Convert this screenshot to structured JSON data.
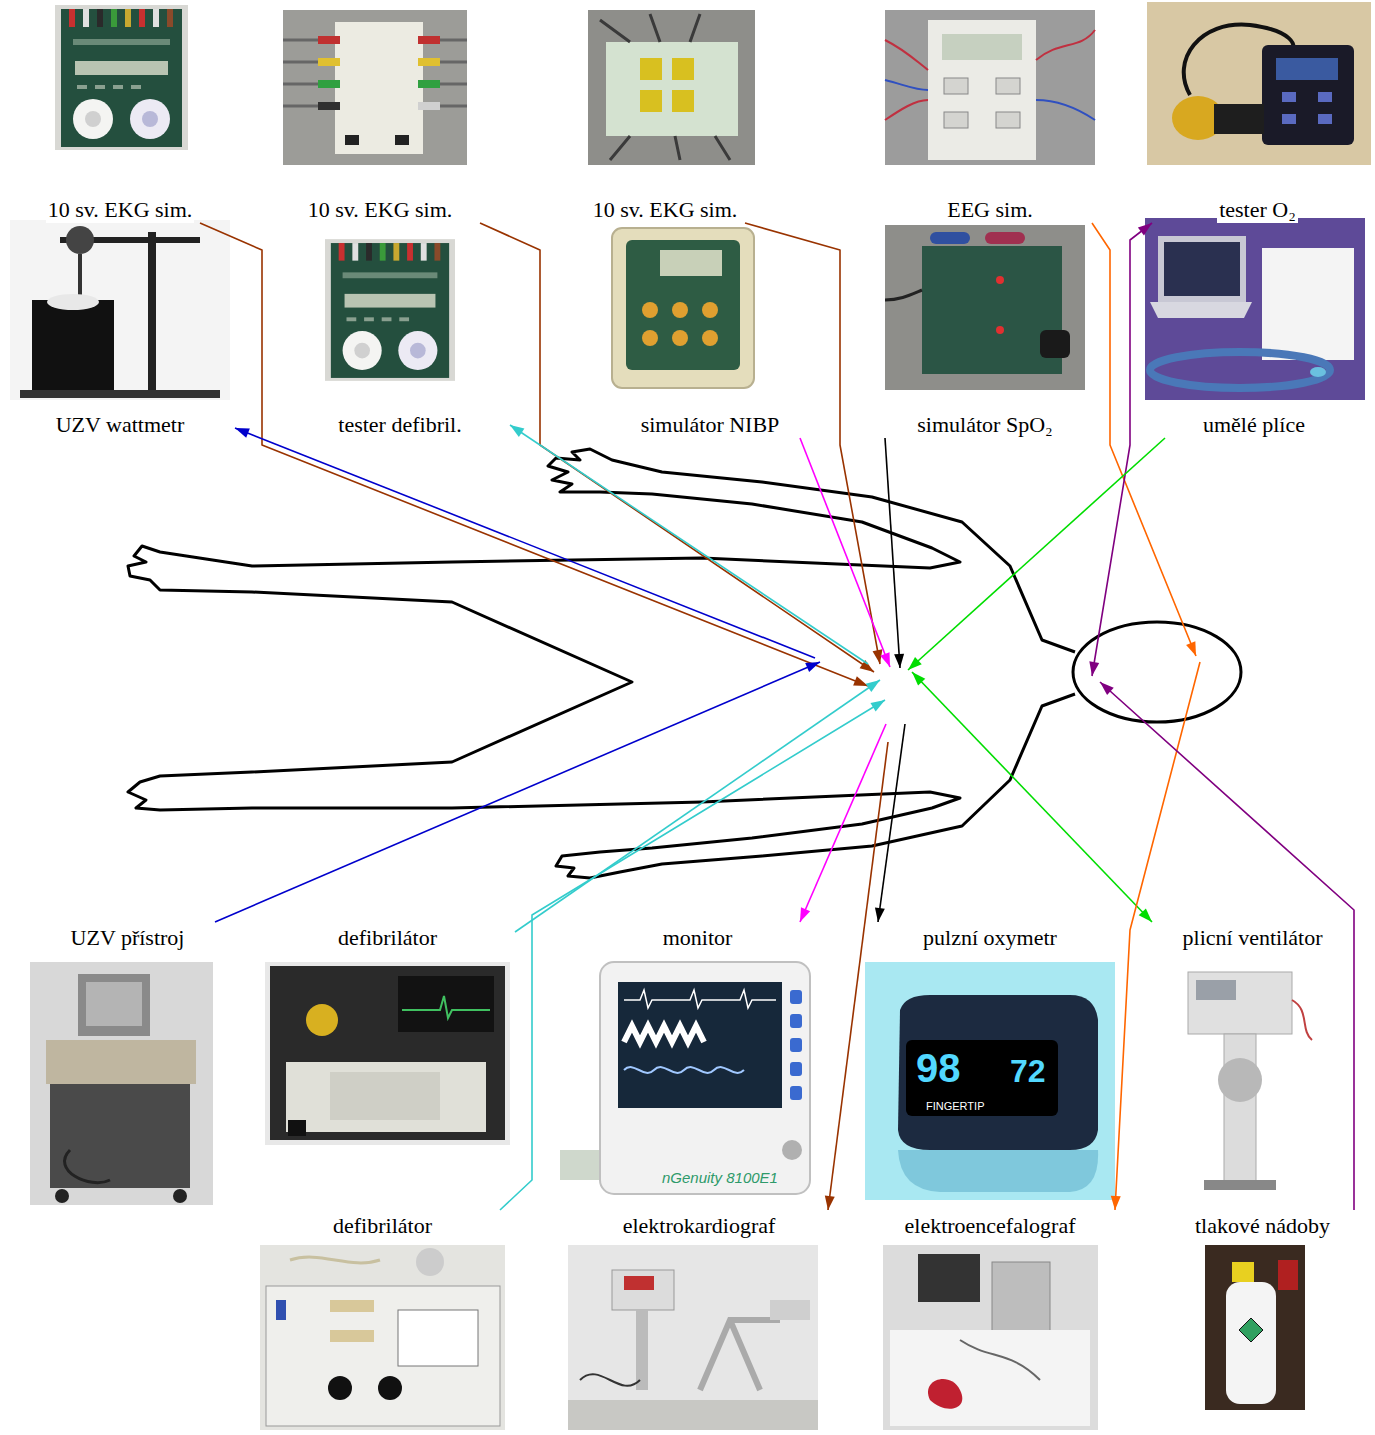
{
  "diagram": {
    "nodes": [
      {
        "text": [
          "10 sv. EKG sim."
        ]
      },
      {
        "text": [
          "10 sv. EKG sim."
        ]
      },
      {
        "text": [
          "10 sv. EKG sim."
        ]
      },
      {
        "text": [
          "EEG sim."
        ]
      },
      {
        "text": [
          "tester O₂"
        ]
      },
      {
        "text": [
          "UZV wattmetr"
        ]
      },
      {
        "text": [
          "tester defibril."
        ]
      },
      {
        "text": [
          "simulátor NIBP"
        ]
      },
      {
        "text": [
          "simulátor SpO₂"
        ]
      },
      {
        "text": [
          "umělé plíce"
        ]
      },
      {
        "text": []
      },
      {
        "text": [
          "UZV přístroj"
        ]
      },
      {
        "text": [
          "defibrilátor"
        ]
      },
      {
        "text": [
          "monitor"
        ]
      },
      {
        "text": [
          "pulzní oxymetr"
        ]
      },
      {
        "text": [
          "plicní ventilátor"
        ]
      },
      {
        "text": [
          "defibrilátor"
        ]
      },
      {
        "text": [
          "elektrokardiograf"
        ]
      },
      {
        "text": [
          "elektroencefalograf"
        ]
      },
      {
        "text": [
          "tlakové nádoby"
        ]
      }
    ],
    "edges": [
      {
        "from": 0,
        "to": 10,
        "arrow": "to"
      },
      {
        "from": 1,
        "to": 10,
        "arrow": "to"
      },
      {
        "from": 2,
        "to": 10,
        "arrow": "to"
      },
      {
        "from": 3,
        "to": 10,
        "arrow": "to"
      },
      {
        "from": 4,
        "to": 10,
        "arrow": "both"
      },
      {
        "from": 10,
        "to": 5,
        "arrow": "to"
      },
      {
        "from": 10,
        "to": 6,
        "arrow": "to"
      },
      {
        "from": 7,
        "to": 10,
        "arrow": "to"
      },
      {
        "from": 8,
        "to": 10,
        "arrow": "to"
      },
      {
        "from": 9,
        "to": 10,
        "arrow": "to"
      },
      {
        "from": 11,
        "to": 10,
        "arrow": "to"
      },
      {
        "from": 12,
        "to": 10,
        "arrow": "to"
      },
      {
        "from": 10,
        "to": 13,
        "arrow": "to"
      },
      {
        "from": 10,
        "to": 14,
        "arrow": "to"
      },
      {
        "from": 10,
        "to": 15,
        "arrow": "both"
      },
      {
        "from": 16,
        "to": 10,
        "arrow": "to"
      },
      {
        "from": 10,
        "to": 17,
        "arrow": "to"
      },
      {
        "from": 10,
        "to": 18,
        "arrow": "to"
      },
      {
        "from": 19,
        "to": 10,
        "arrow": "to"
      }
    ],
    "labels": [
      "nGenuity 8100E1",
      "98",
      "72",
      "FINGERTIP"
    ]
  }
}
